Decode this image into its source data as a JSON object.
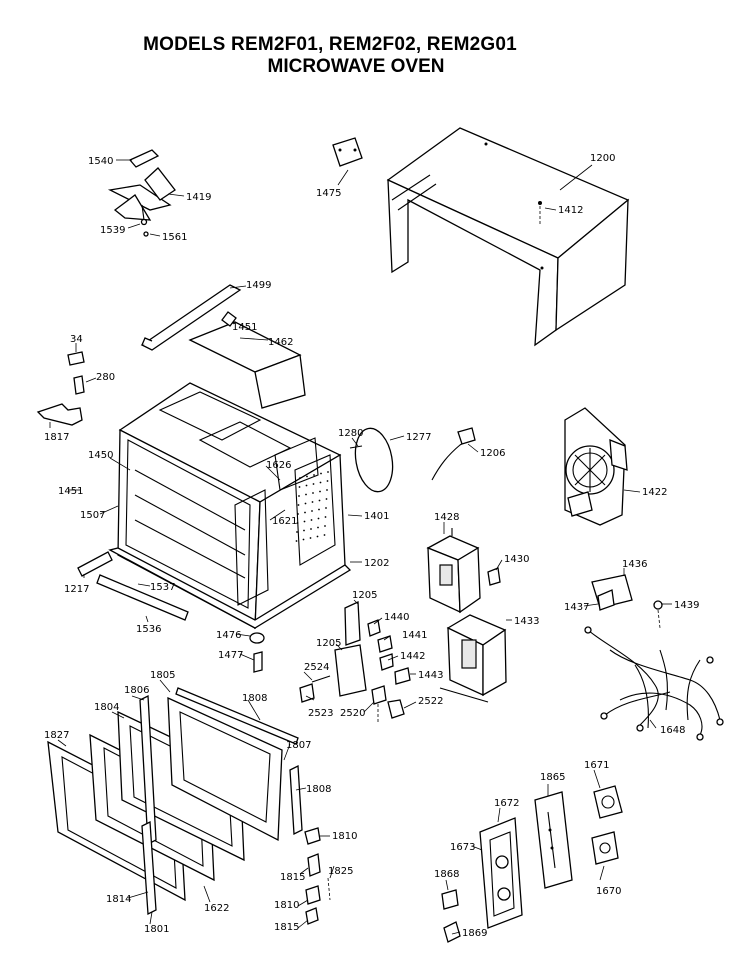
{
  "header": {
    "title_line1": "MODELS REM2F01, REM2F02, REM2G01",
    "title_line2": "MICROWAVE OVEN"
  },
  "parts": {
    "p1540": "1540",
    "p1419": "1419",
    "p1539": "1539",
    "p1561": "1561",
    "p1475": "1475",
    "p1200": "1200",
    "p1412": "1412",
    "p1499": "1499",
    "p1451a": "1451",
    "p1462": "1462",
    "p34": "34",
    "p280": "280",
    "p1817": "1817",
    "p1280": "1280",
    "p1277": "1277",
    "p1206": "1206",
    "p1422": "1422",
    "p1450": "1450",
    "p1626": "1626",
    "p1451b": "1451",
    "p1507": "1507",
    "p1621": "1621",
    "p1401": "1401",
    "p1428": "1428",
    "p1430": "1430",
    "p1202": "1202",
    "p1436": "1436",
    "p1437": "1437",
    "p1439": "1439",
    "p1217": "1217",
    "p1537": "1537",
    "p1205a": "1205",
    "p1440": "1440",
    "p1433": "1433",
    "p1536": "1536",
    "p1476": "1476",
    "p1441": "1441",
    "p1477": "1477",
    "p1205b": "1205",
    "p1442": "1442",
    "p2524": "2524",
    "p1443": "1443",
    "p1805": "1805",
    "p2523": "2523",
    "p2520": "2520",
    "p2522": "2522",
    "p1806": "1806",
    "p1808a": "1808",
    "p1648": "1648",
    "p1804": "1804",
    "p1827": "1827",
    "p1807": "1807",
    "p1808b": "1808",
    "p1865": "1865",
    "p1671": "1671",
    "p1672": "1672",
    "p1810a": "1810",
    "p1673": "1673",
    "p1815a": "1815",
    "p1825": "1825",
    "p1670": "1670",
    "p1868": "1868",
    "p1810b": "1810",
    "p1814": "1814",
    "p1622": "1622",
    "p1801": "1801",
    "p1815b": "1815",
    "p1869": "1869"
  }
}
